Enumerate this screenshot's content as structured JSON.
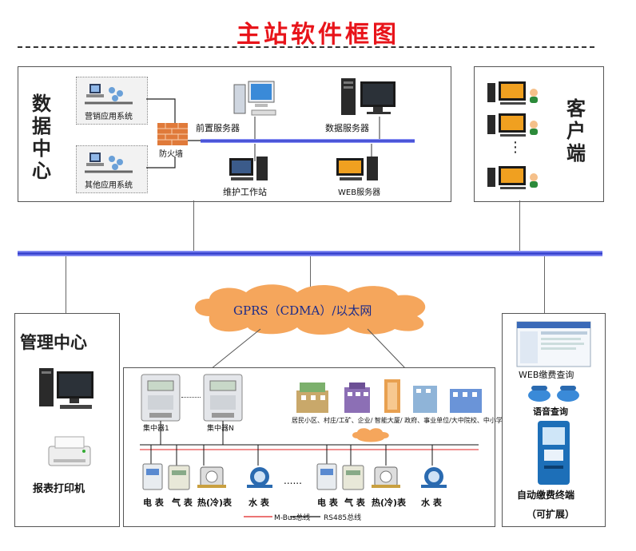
{
  "title": "主站软件框图",
  "data_center": {
    "label_chars": [
      "数",
      "据",
      "中",
      "心"
    ],
    "marketing_system": "营销应用系统",
    "other_system": "其他应用系统",
    "firewall": "防火墙",
    "front_server": "前置服务器",
    "data_server": "数据服务器",
    "maintenance_station": "维护工作站",
    "web_server": "WEB服务器"
  },
  "client": {
    "label_chars": [
      "客",
      "户",
      "端"
    ],
    "dots": "⋮"
  },
  "network": {
    "cloud_label": "GPRS（CDMA）/以太网"
  },
  "management": {
    "title": "管理中心",
    "printer": "报表打印机"
  },
  "field": {
    "concentrator_1": "集中器1",
    "concentrator_n": "集中器N",
    "buildings_caption": "居民小区、村庄/工矿、企业/ 智能大厦/ 政府、事业单位/大中院校、中小学...",
    "meters_left": [
      "电 表",
      "气 表",
      "热(冷)表",
      "水 表"
    ],
    "meters_right": [
      "电 表",
      "气 表",
      "热(冷)表",
      "水 表"
    ],
    "ellipsis": "......",
    "legend_mbus": "M-Bus总线",
    "legend_rs485": "RS485总线",
    "colors": {
      "mbus": "#e02020",
      "rs485": "#111111"
    }
  },
  "extension": {
    "web_query": "WEB缴费查询",
    "voice_query": "语音查询",
    "kiosk": "自动缴费终端",
    "expandable": "（可扩展）"
  }
}
